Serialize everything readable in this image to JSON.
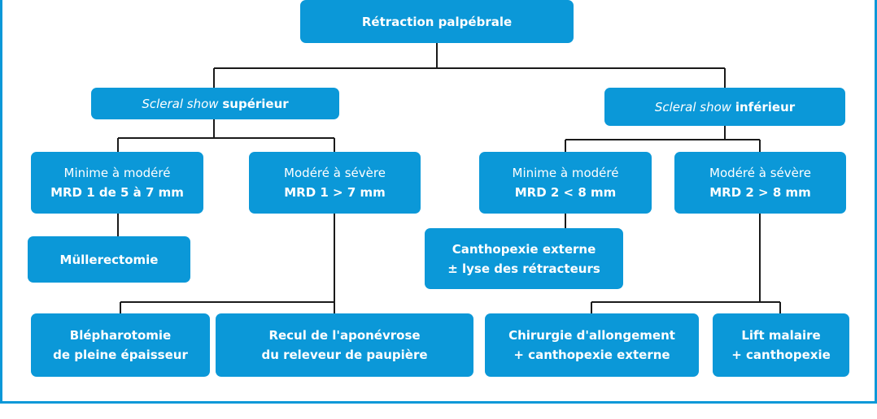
{
  "root": {
    "label": "Rétraction palpébrale"
  },
  "superior": {
    "italic": "Scleral show",
    "bold": "supérieur"
  },
  "inferior": {
    "italic": "Scleral show",
    "bold": "inférieur"
  },
  "sup_mild": {
    "line1": "Minime à modéré",
    "line2": "MRD 1 de 5 à 7 mm"
  },
  "sup_severe": {
    "line1": "Modéré à sévère",
    "line2": "MRD 1 > 7 mm"
  },
  "inf_mild": {
    "line1": "Minime à modéré",
    "line2": "MRD 2 < 8 mm"
  },
  "inf_severe": {
    "line1": "Modéré à sévère",
    "line2": "MRD 2 > 8 mm"
  },
  "mullerectomie": {
    "label": "Müllerectomie"
  },
  "canthopexie": {
    "line1": "Canthopexie externe",
    "line2": "± lyse des rétracteurs"
  },
  "blepharotomie": {
    "line1": "Blépharotomie",
    "line2": "de pleine épaisseur"
  },
  "recul": {
    "line1": "Recul de l'aponévrose",
    "line2": "du releveur de paupière"
  },
  "chirurgie": {
    "line1": "Chirurgie d'allongement",
    "line2": "+ canthopexie externe"
  },
  "lift": {
    "line1": "Lift malaire",
    "line2": "+ canthopexie"
  },
  "colors": {
    "box": "#0b98d8",
    "text": "#ffffff",
    "line": "#1a1a1a",
    "frame": "#0b98d8"
  }
}
